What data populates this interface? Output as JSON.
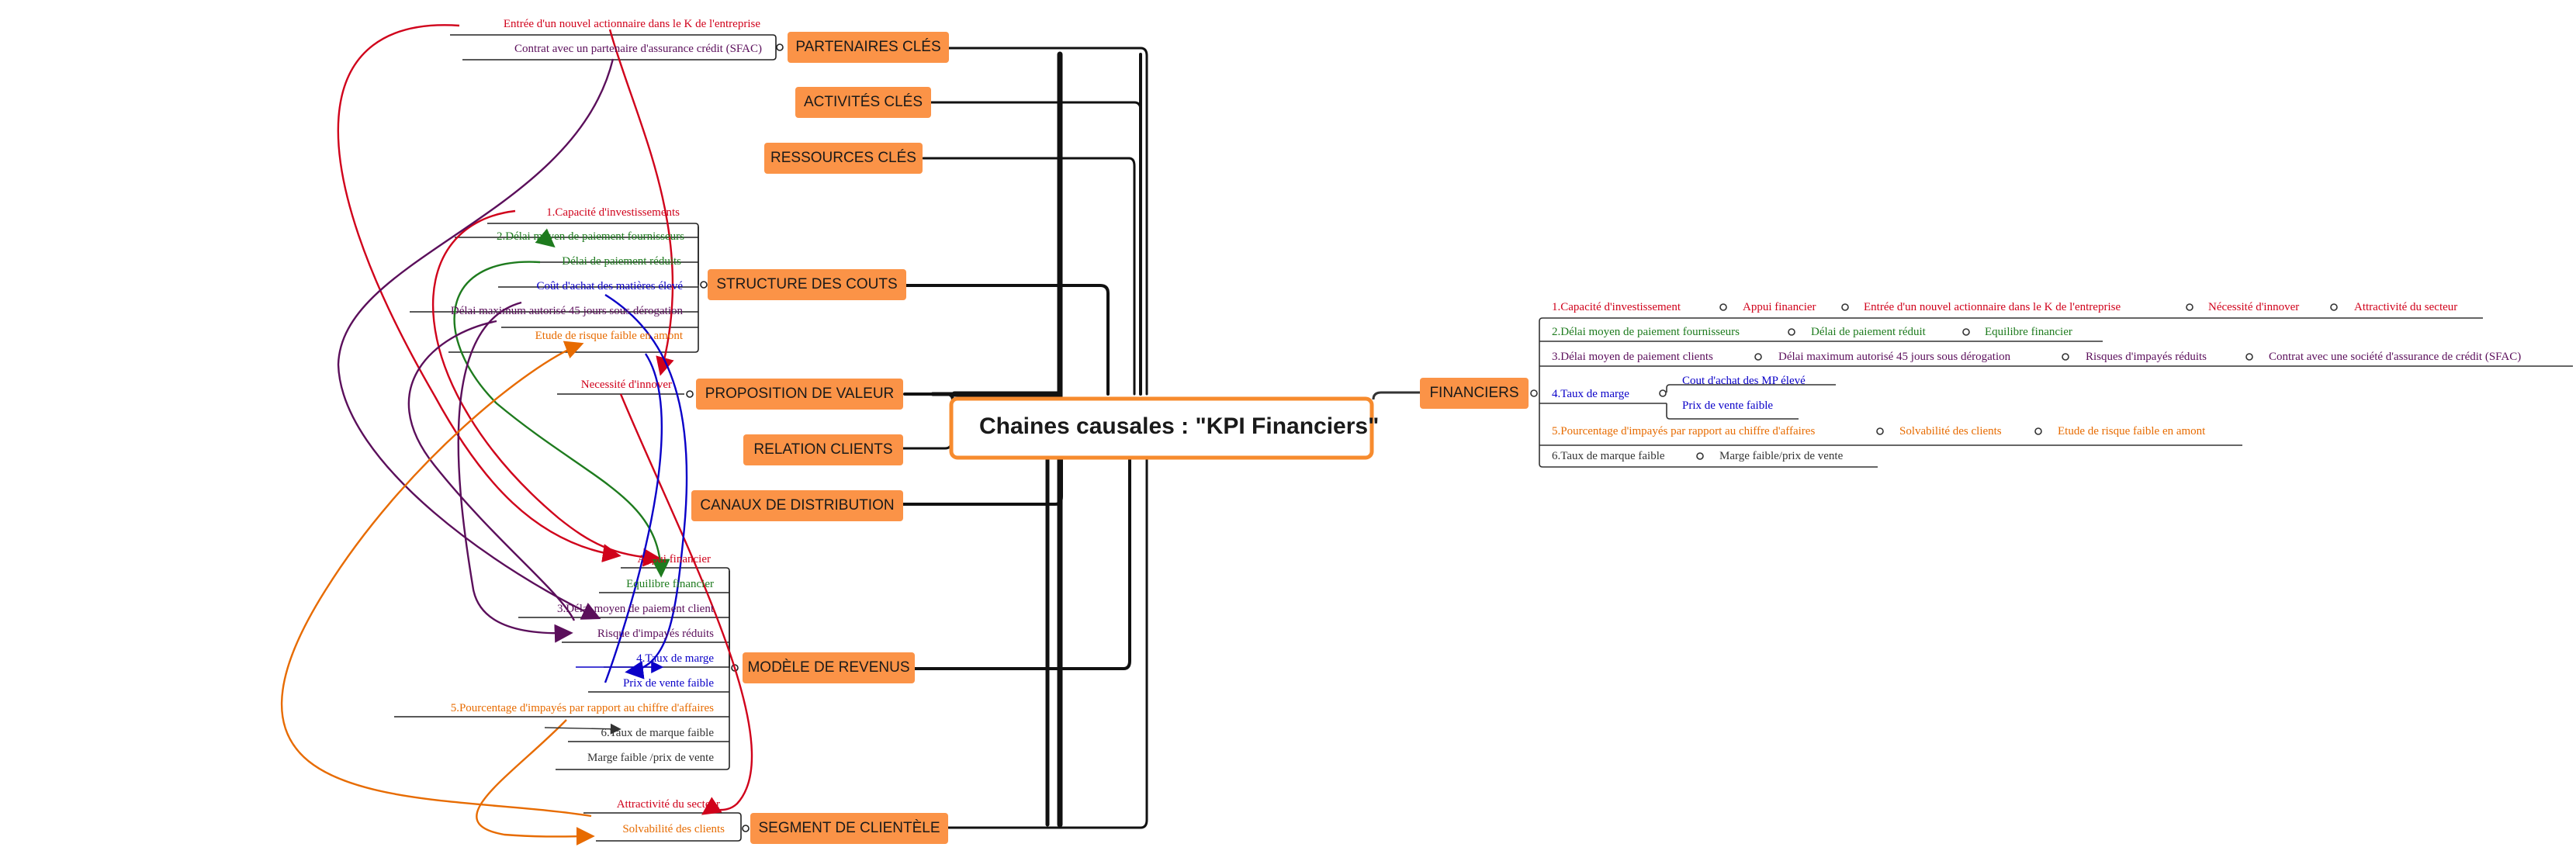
{
  "central": {
    "title": "Chaines causales : \"KPI Financiers\""
  },
  "branches": {
    "partenaires": "PARTENAIRES CLÉS",
    "activites": "ACTIVITÉS CLÉS",
    "ressources": "RESSOURCES CLÉS",
    "structure": "STRUCTURE DES COUTS",
    "proposition": "PROPOSITION DE VALEUR",
    "relation": "RELATION CLIENTS",
    "canaux": "CANAUX DE DISTRIBUTION",
    "modele": "MODÈLE DE REVENUS",
    "segment": "SEGMENT DE CLIENTÈLE",
    "financiers": "FINANCIERS"
  },
  "partenaires_items": [
    "Entrée d'un nouvel actionnaire dans le K de l'entreprise",
    "Contrat avec un partenaire d'assurance crédit (SFAC)"
  ],
  "structure_items": [
    "1.Capacité d'investissements",
    "2.Délai moyen de paiement fournisseurs",
    "Délai de paiement réduits",
    "Coût d'achat des matières élevé",
    "Délai maximum autorisé 45 jours sous dérogation",
    "Etude de risque faible en amont"
  ],
  "proposition_items": [
    "Necessité d'innover"
  ],
  "modele_items": [
    "Appui financier",
    "Equilibre financier",
    "3.Délai moyen de paiement client",
    "Risque d'impayés réduits",
    "4.Taux de marge",
    "Prix de vente faible",
    "5.Pourcentage d'impayés par rapport au chiffre d'affaires",
    "6.Taux de marque faible",
    "Marge faible /prix de vente"
  ],
  "segment_items": [
    "Attractivité du secteur",
    "Solvabilité des clients"
  ],
  "financiers_rows": {
    "row1": [
      "1.Capacité d'investissement",
      "Appui financier",
      "Entrée d'un nouvel actionnaire dans le K de l'entreprise",
      "Nécessité d'innover",
      "Attractivité du secteur"
    ],
    "row2": [
      "2.Délai moyen de paiement fournisseurs",
      "Délai de paiement réduit",
      "Equilibre financier"
    ],
    "row3": [
      "3.Délai moyen de paiement clients",
      "Délai maximum autorisé 45 jours sous dérogation",
      "Risques d'impayés réduits",
      "Contrat avec une société d'assurance de crédit (SFAC)"
    ],
    "row4": [
      "4.Taux de marge",
      "Cout d'achat des MP élevé",
      "Prix de vente faible"
    ],
    "row5": [
      "5.Pourcentage d'impayés par rapport au chiffre d'affaires",
      "Solvabilité des clients",
      "Etude de risque faible en amont"
    ],
    "row6": [
      "6.Taux de marque faible",
      "Marge faible/prix de vente"
    ]
  },
  "colors": {
    "branch_fill": "#fb9347",
    "central_border": "#f78b2e",
    "red": "#d0021b",
    "green": "#1e7b1e",
    "purple": "#5b0f5b",
    "blue": "#0a00c8",
    "orange": "#e76b00",
    "dark": "#333333"
  }
}
